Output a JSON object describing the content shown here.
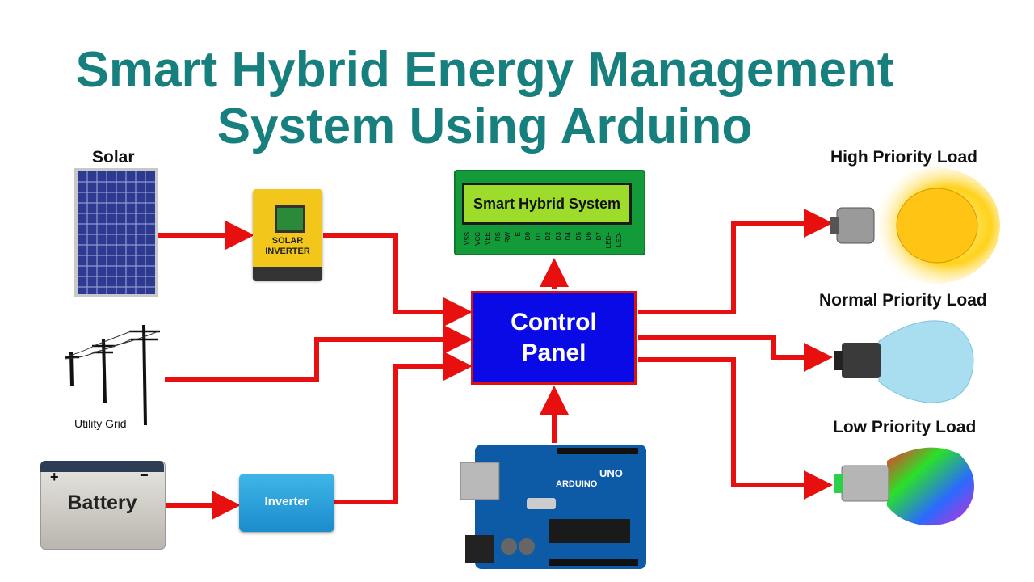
{
  "title": {
    "line1": "Smart Hybrid Energy Management",
    "line2": "System Using Arduino"
  },
  "sources": {
    "solar_label": "Solar",
    "utility_label": "Utility Grid",
    "battery_label": "Battery"
  },
  "converters": {
    "solar_inverter_line1": "SOLAR",
    "solar_inverter_line2": "INVERTER",
    "battery_inverter_label": "Inverter"
  },
  "lcd": {
    "text": "Smart Hybrid System",
    "pin_labels": [
      "VSS",
      "VCC",
      "VEE",
      "RS",
      "RW",
      "E",
      "D0",
      "D1",
      "D2",
      "D3",
      "D4",
      "D5",
      "D6",
      "D7",
      "LED+",
      "LED-"
    ]
  },
  "control_panel": {
    "line1": "Control",
    "line2": "Panel"
  },
  "arduino": {
    "brand": "ARDUINO",
    "model": "UNO"
  },
  "loads": {
    "high": "High Priority Load",
    "normal": "Normal Priority Load",
    "low": "Low Priority Load"
  },
  "colors": {
    "title": "#17807e",
    "arrow": "#e8100f",
    "panel": "#0a0ae6"
  }
}
